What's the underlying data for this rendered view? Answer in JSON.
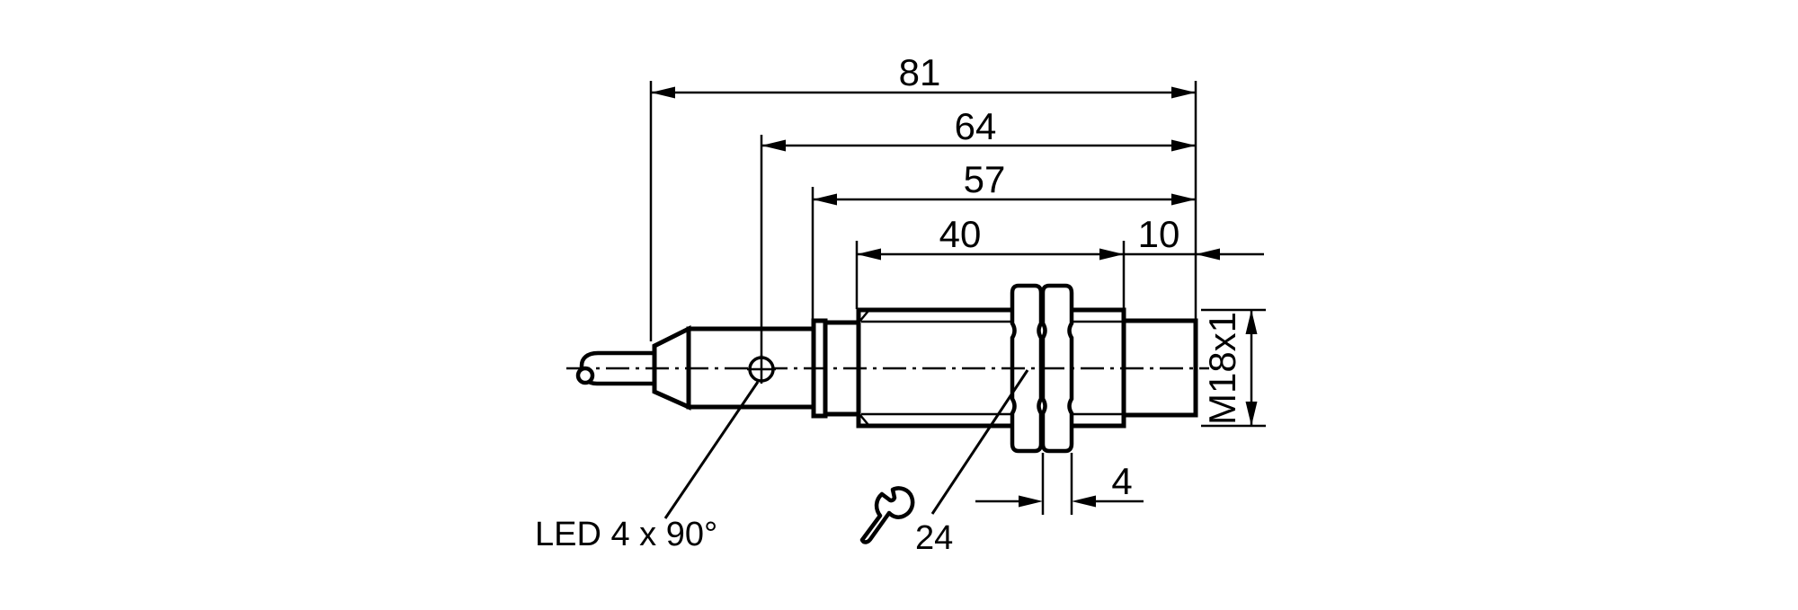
{
  "drawing": {
    "type": "technical-dimension-drawing",
    "subject": "cylindrical threaded sensor, side view",
    "units": "mm",
    "colors": {
      "line": "#000000",
      "background": "#ffffff"
    },
    "dimensions": {
      "overall_length": {
        "label": "81"
      },
      "length_from_led": {
        "label": "64"
      },
      "housing_length": {
        "label": "57"
      },
      "thread_length": {
        "label": "40"
      },
      "tip_length": {
        "label": "10"
      },
      "nut_thickness": {
        "label": "4"
      },
      "thread_diameter": {
        "label": "M18x1"
      }
    },
    "annotations": {
      "led_note": {
        "label": "LED 4 x 90°",
        "target": "led-indicator"
      },
      "wrench_size": {
        "label": "24",
        "icon": "wrench-icon",
        "target": "hex-nut"
      }
    },
    "icons": {
      "wrench": "wrench-icon",
      "led": "led-indicator-icon"
    }
  }
}
